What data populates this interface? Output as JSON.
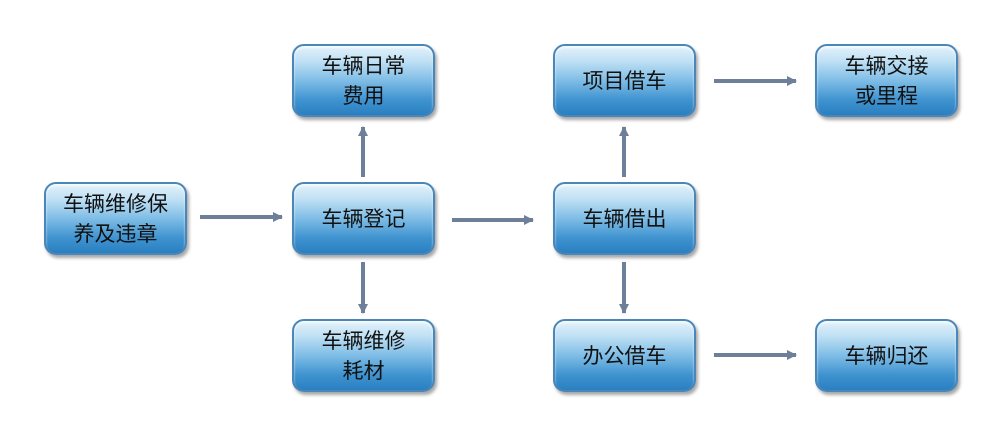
{
  "nodes": {
    "maintenance_violation": "车辆维修保养及违章",
    "vehicle_register": "车辆登记",
    "daily_cost": "车辆日常费用",
    "repair_consumables": "车辆维修耗材",
    "vehicle_lend": "车辆借出",
    "project_borrow": "项目借车",
    "office_borrow": "办公借车",
    "handover_mileage": "车辆交接或里程",
    "vehicle_return": "车辆归还"
  },
  "colors": {
    "arrow": "#6d7f99",
    "node_border": "#4a86b8",
    "node_top": "#e3f2fb",
    "node_bottom": "#2a7fc1",
    "text": "#111111"
  }
}
